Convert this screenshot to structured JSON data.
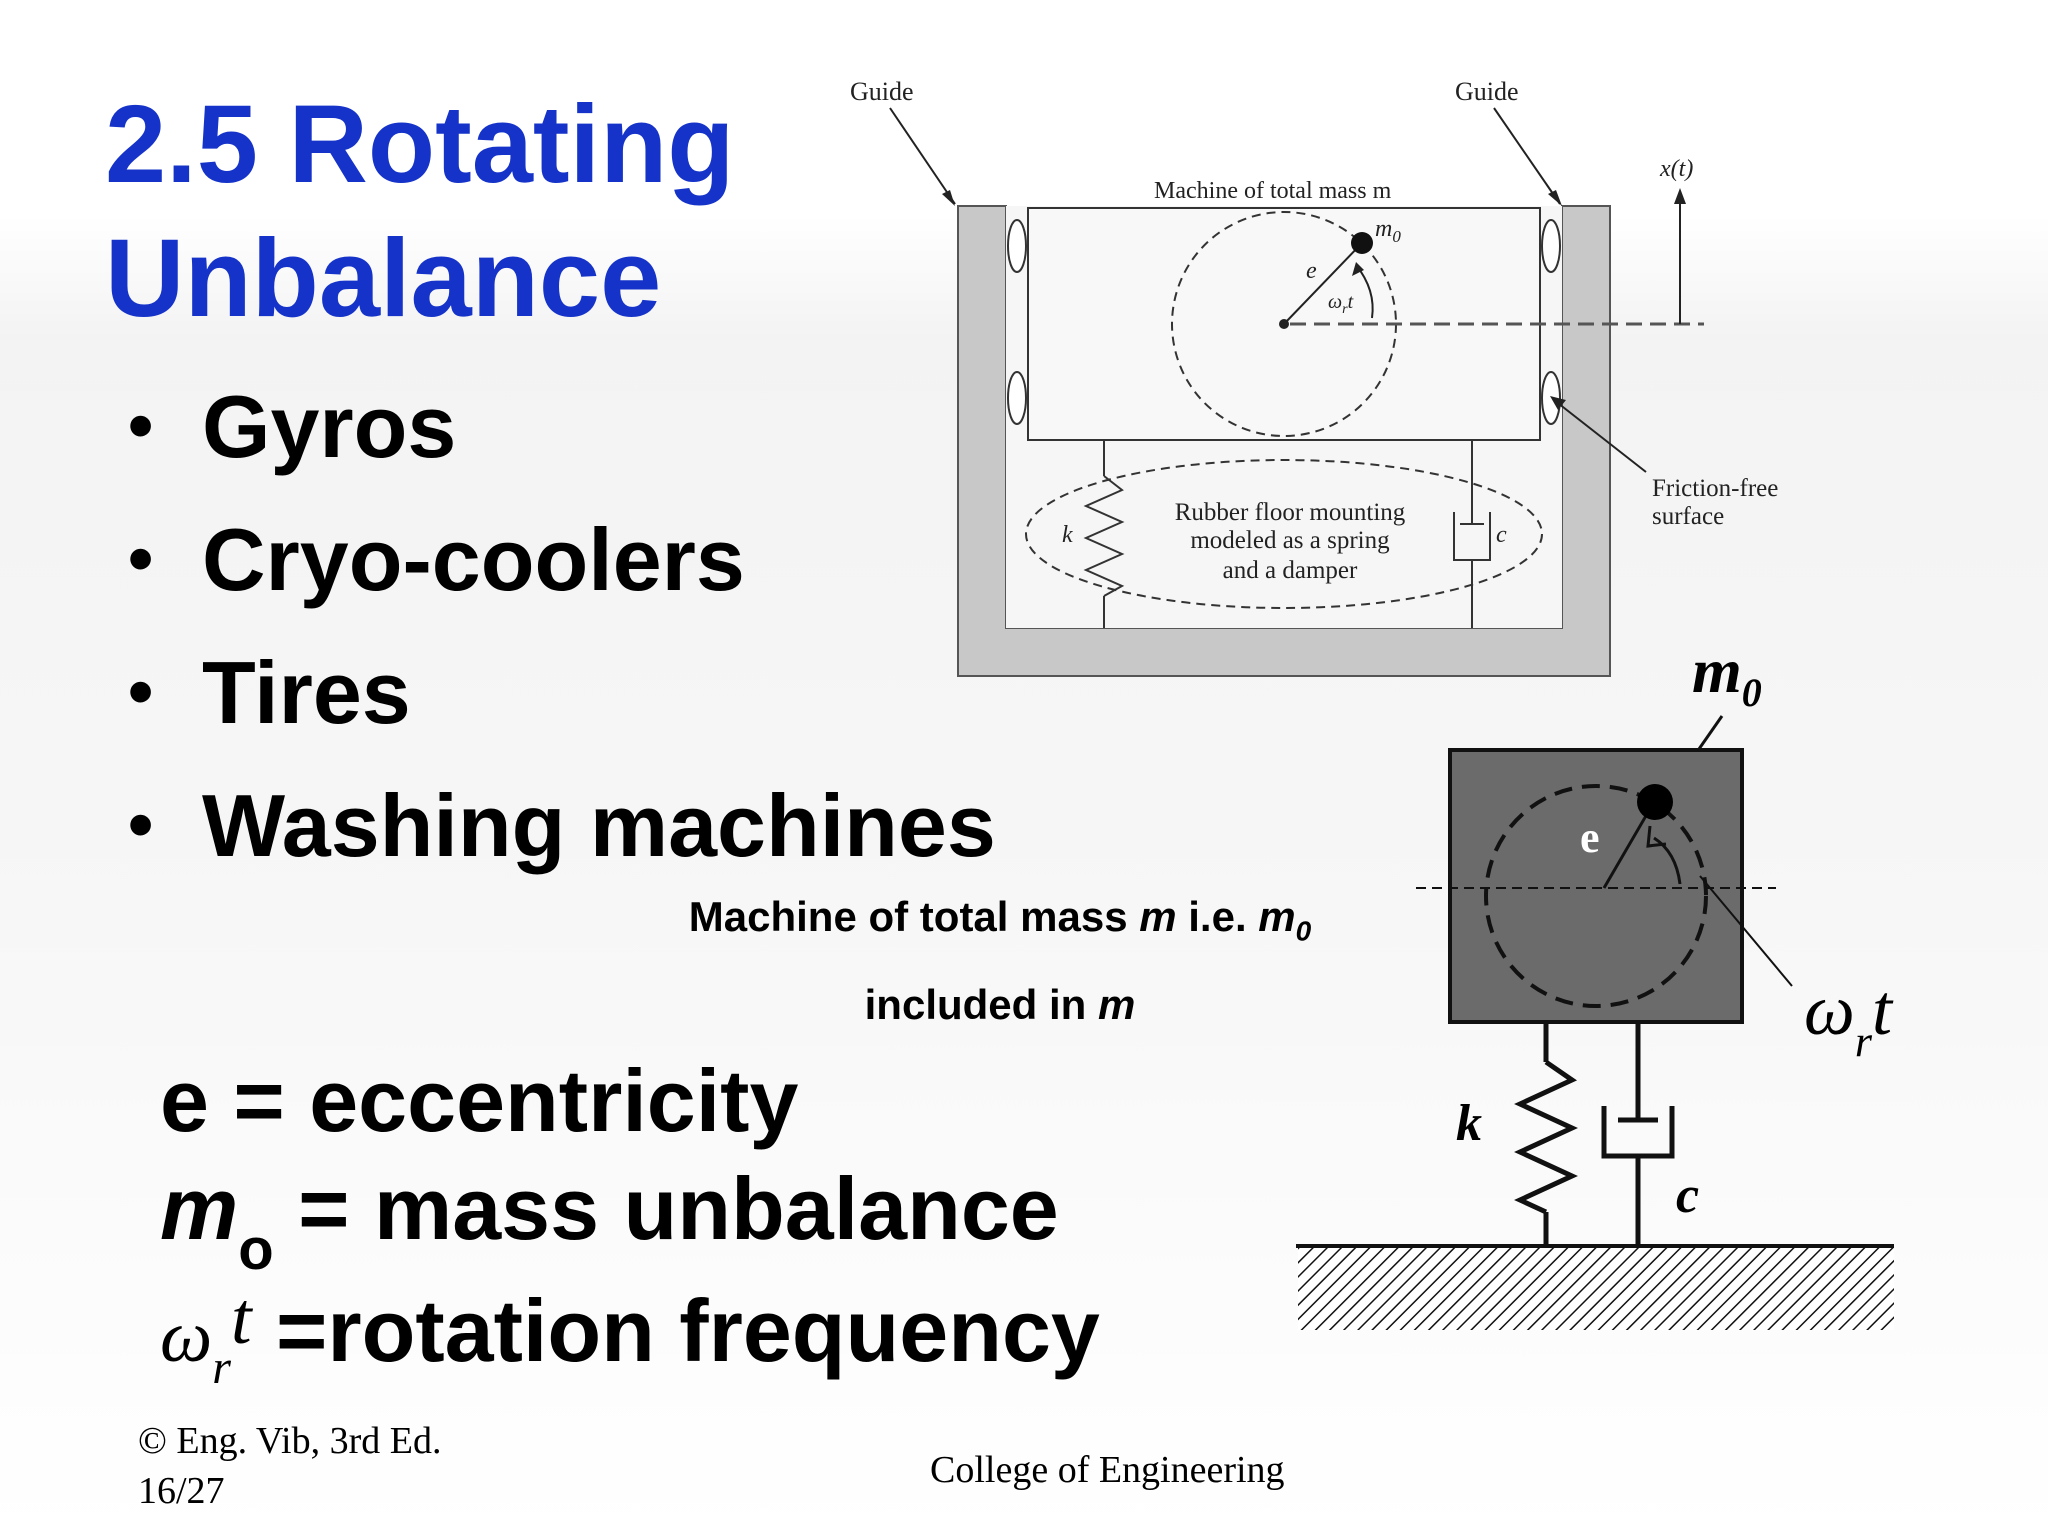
{
  "title": {
    "line1": "2.5  Rotating",
    "line2": "Unbalance"
  },
  "bullets": [
    "Gyros",
    "Cryo-coolers",
    "Tires",
    "Washing machines"
  ],
  "caption": {
    "part1": "Machine of total mass ",
    "m": "m",
    "part2": " i.e. ",
    "m0": "m",
    "m0_sub": "0",
    "line2": "included in ",
    "line2_m": "m"
  },
  "definitions": {
    "e": {
      "symbol": "e",
      "text": " = eccentricity"
    },
    "m0": {
      "symbol": "m",
      "subscript": "o",
      "text": " = mass unbalance"
    },
    "omega": {
      "symbol": "ω",
      "subscript": "r",
      "t": "t",
      "text": " =rotation frequency"
    }
  },
  "top_figure": {
    "guide_left": "Guide",
    "guide_right": "Guide",
    "machine_label": "Machine of total mass m",
    "m0_label": "m0",
    "e_label": "e",
    "omega_label": "ωrt",
    "xt_label": "x(t)",
    "k_label": "k",
    "c_label": "c",
    "rubber_line1": "Rubber floor mounting",
    "rubber_line2": "modeled as a spring",
    "rubber_line3": "and a damper",
    "friction_line1": "Friction-free",
    "friction_line2": "surface"
  },
  "bottom_figure": {
    "m0_label": "m",
    "m0_sub": "0",
    "e_label": "e",
    "k_label": "k",
    "c_label": "c",
    "omega": "ω",
    "omega_sub": "r",
    "omega_t": "t"
  },
  "footer": {
    "left_line1": "© Eng. Vib, 3rd Ed.",
    "left_line2": "16/27",
    "center": "College of Engineering"
  },
  "colors": {
    "title": "#1533c9",
    "machine_fill": "#6b6b6b",
    "guide_fill": "#c8c8c8"
  }
}
